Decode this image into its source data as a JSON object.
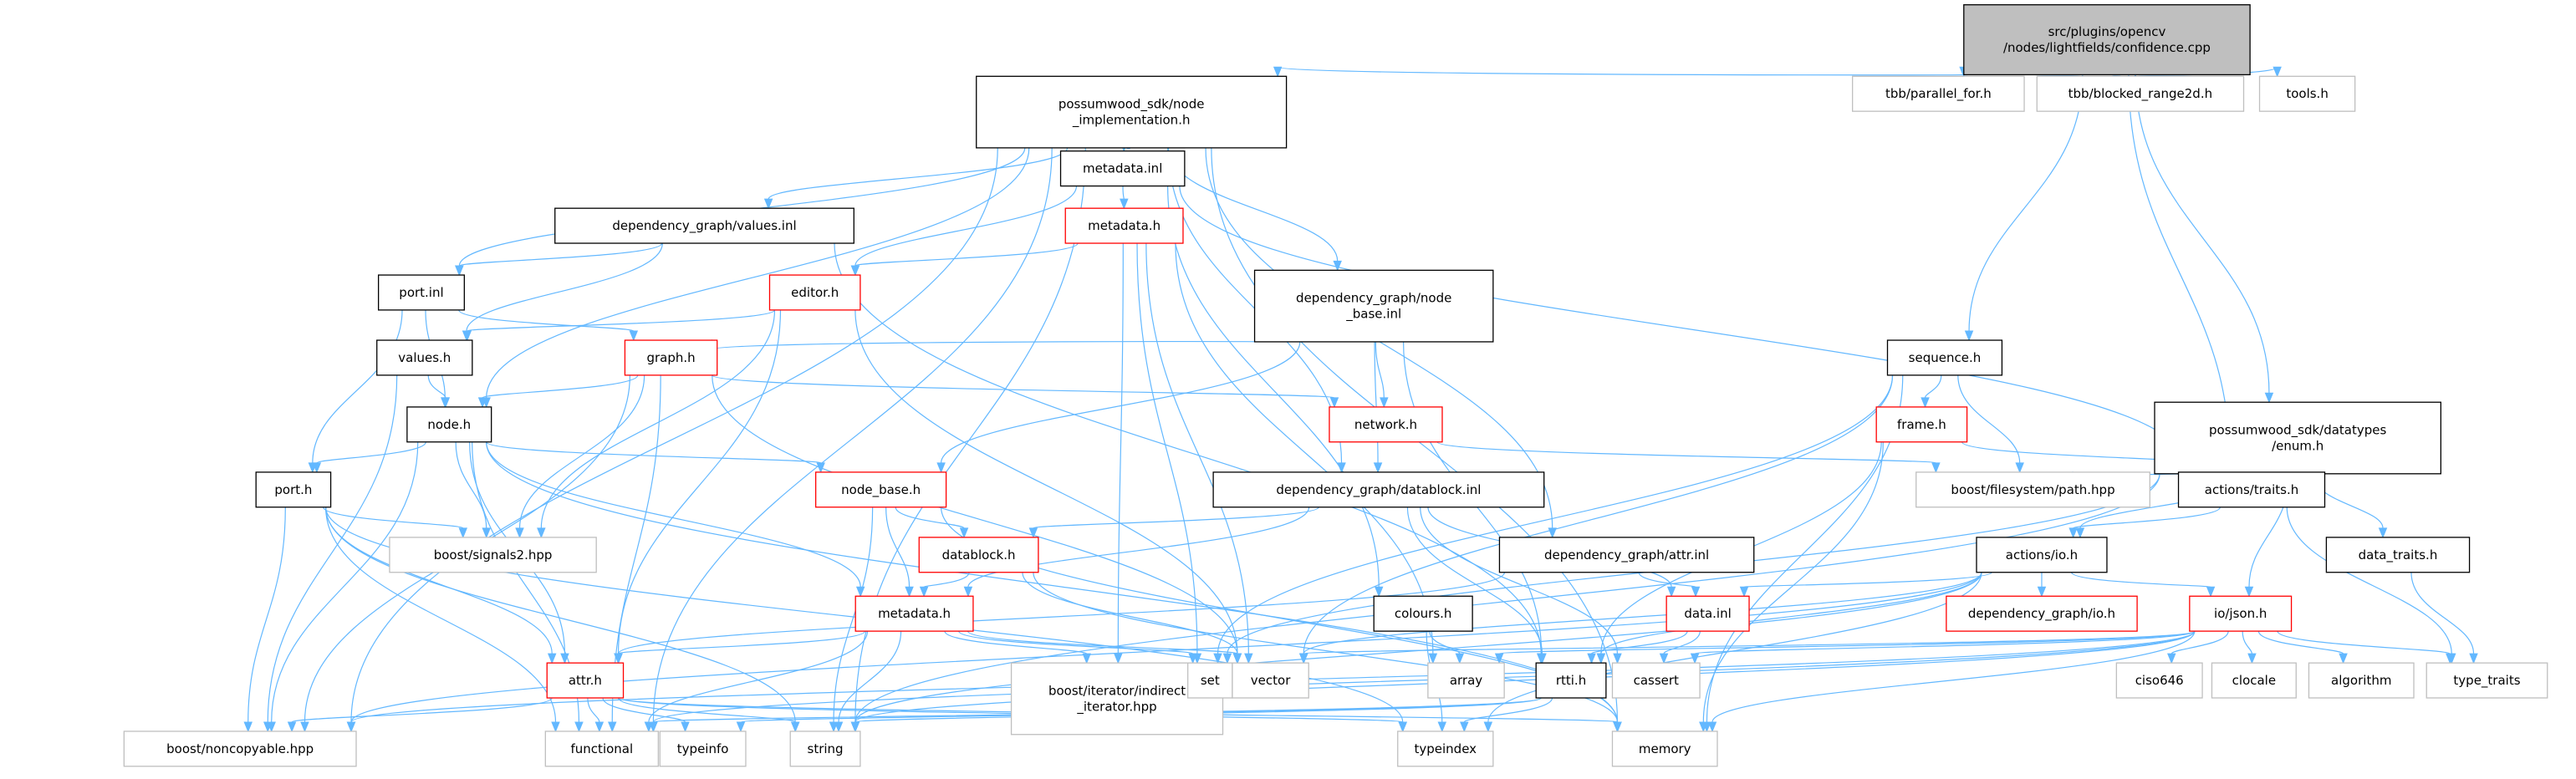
{
  "diagram": {
    "nodes": [
      {
        "id": "confidence",
        "label": [
          "src/plugins/opencv",
          "/nodes/lightfields/confidence.cpp"
        ],
        "style": "root"
      },
      {
        "id": "node_impl",
        "label": [
          "possumwood_sdk/node",
          "_implementation.h"
        ],
        "style": "normal"
      },
      {
        "id": "tbb_pf",
        "label": [
          "tbb/parallel_for.h"
        ],
        "style": "missing"
      },
      {
        "id": "tbb_br",
        "label": [
          "tbb/blocked_range2d.h"
        ],
        "style": "missing"
      },
      {
        "id": "tools",
        "label": [
          "tools.h"
        ],
        "style": "missing"
      },
      {
        "id": "metadata_inl",
        "label": [
          "metadata.inl"
        ],
        "style": "normal"
      },
      {
        "id": "metadata_h_top",
        "label": [
          "metadata.h"
        ],
        "style": "truncated"
      },
      {
        "id": "dg_values_inl",
        "label": [
          "dependency_graph/values.inl"
        ],
        "style": "normal"
      },
      {
        "id": "port_inl",
        "label": [
          "port.inl"
        ],
        "style": "normal"
      },
      {
        "id": "editor",
        "label": [
          "editor.h"
        ],
        "style": "truncated"
      },
      {
        "id": "dg_node_base_inl",
        "label": [
          "dependency_graph/node",
          "_base.inl"
        ],
        "style": "normal"
      },
      {
        "id": "values_h",
        "label": [
          "values.h"
        ],
        "style": "normal"
      },
      {
        "id": "graph_h",
        "label": [
          "graph.h"
        ],
        "style": "truncated"
      },
      {
        "id": "node_h",
        "label": [
          "node.h"
        ],
        "style": "normal"
      },
      {
        "id": "network",
        "label": [
          "network.h"
        ],
        "style": "truncated"
      },
      {
        "id": "sequence",
        "label": [
          "sequence.h"
        ],
        "style": "normal"
      },
      {
        "id": "frame",
        "label": [
          "frame.h"
        ],
        "style": "truncated"
      },
      {
        "id": "enum_h",
        "label": [
          "possumwood_sdk/datatypes",
          "/enum.h"
        ],
        "style": "normal"
      },
      {
        "id": "port_h",
        "label": [
          "port.h"
        ],
        "style": "normal"
      },
      {
        "id": "node_base_h",
        "label": [
          "node_base.h"
        ],
        "style": "truncated"
      },
      {
        "id": "signals2",
        "label": [
          "boost/signals2.hpp"
        ],
        "style": "missing"
      },
      {
        "id": "dg_datablock_inl",
        "label": [
          "dependency_graph/datablock.inl"
        ],
        "style": "normal"
      },
      {
        "id": "fs_path",
        "label": [
          "boost/filesystem/path.hpp"
        ],
        "style": "missing"
      },
      {
        "id": "actions_traits",
        "label": [
          "actions/traits.h"
        ],
        "style": "normal"
      },
      {
        "id": "datablock_h",
        "label": [
          "datablock.h"
        ],
        "style": "truncated"
      },
      {
        "id": "dg_attr_inl",
        "label": [
          "dependency_graph/attr.inl"
        ],
        "style": "normal"
      },
      {
        "id": "actions_io",
        "label": [
          "actions/io.h"
        ],
        "style": "normal"
      },
      {
        "id": "data_traits",
        "label": [
          "data_traits.h"
        ],
        "style": "normal"
      },
      {
        "id": "metadata_h_mid",
        "label": [
          "metadata.h"
        ],
        "style": "truncated"
      },
      {
        "id": "colours",
        "label": [
          "colours.h"
        ],
        "style": "normal"
      },
      {
        "id": "data_inl",
        "label": [
          "data.inl"
        ],
        "style": "truncated"
      },
      {
        "id": "dg_io",
        "label": [
          "dependency_graph/io.h"
        ],
        "style": "truncated"
      },
      {
        "id": "io_json",
        "label": [
          "io/json.h"
        ],
        "style": "truncated"
      },
      {
        "id": "attr_h",
        "label": [
          "attr.h"
        ],
        "style": "truncated"
      },
      {
        "id": "iter_indirect",
        "label": [
          "boost/iterator/indirect",
          "_iterator.hpp"
        ],
        "style": "missing"
      },
      {
        "id": "set",
        "label": [
          "set"
        ],
        "style": "missing"
      },
      {
        "id": "vector",
        "label": [
          "vector"
        ],
        "style": "missing"
      },
      {
        "id": "array",
        "label": [
          "array"
        ],
        "style": "missing"
      },
      {
        "id": "rtti",
        "label": [
          "rtti.h"
        ],
        "style": "normal"
      },
      {
        "id": "cassert",
        "label": [
          "cassert"
        ],
        "style": "missing"
      },
      {
        "id": "ciso646",
        "label": [
          "ciso646"
        ],
        "style": "missing"
      },
      {
        "id": "clocale",
        "label": [
          "clocale"
        ],
        "style": "missing"
      },
      {
        "id": "algorithm",
        "label": [
          "algorithm"
        ],
        "style": "missing"
      },
      {
        "id": "type_traits",
        "label": [
          "type_traits"
        ],
        "style": "missing"
      },
      {
        "id": "noncopyable",
        "label": [
          "boost/noncopyable.hpp"
        ],
        "style": "missing"
      },
      {
        "id": "functional",
        "label": [
          "functional"
        ],
        "style": "missing"
      },
      {
        "id": "typeinfo",
        "label": [
          "typeinfo"
        ],
        "style": "missing"
      },
      {
        "id": "string",
        "label": [
          "string"
        ],
        "style": "missing"
      },
      {
        "id": "typeindex",
        "label": [
          "typeindex"
        ],
        "style": "missing"
      },
      {
        "id": "memory",
        "label": [
          "memory"
        ],
        "style": "missing"
      }
    ],
    "edges": [
      [
        "confidence",
        "node_impl"
      ],
      [
        "confidence",
        "tbb_pf"
      ],
      [
        "confidence",
        "tbb_br"
      ],
      [
        "confidence",
        "tools"
      ],
      [
        "confidence",
        "sequence"
      ],
      [
        "confidence",
        "enum_h"
      ],
      [
        "confidence",
        "actions_traits"
      ],
      [
        "node_impl",
        "metadata_inl"
      ],
      [
        "node_impl",
        "dg_values_inl"
      ],
      [
        "node_impl",
        "port_inl"
      ],
      [
        "node_impl",
        "dg_node_base_inl"
      ],
      [
        "node_impl",
        "dg_datablock_inl"
      ],
      [
        "node_impl",
        "dg_attr_inl"
      ],
      [
        "node_impl",
        "node_h"
      ],
      [
        "node_impl",
        "noncopyable"
      ],
      [
        "node_impl",
        "functional"
      ],
      [
        "node_impl",
        "string"
      ],
      [
        "node_impl",
        "memory"
      ],
      [
        "metadata_inl",
        "metadata_h_top"
      ],
      [
        "metadata_inl",
        "editor"
      ],
      [
        "metadata_inl",
        "colours"
      ],
      [
        "metadata_inl",
        "actions_traits"
      ],
      [
        "metadata_h_top",
        "editor"
      ],
      [
        "metadata_h_top",
        "set"
      ],
      [
        "metadata_h_top",
        "vector"
      ],
      [
        "metadata_h_top",
        "iter_indirect"
      ],
      [
        "metadata_h_top",
        "array"
      ],
      [
        "dg_values_inl",
        "port_inl"
      ],
      [
        "dg_values_inl",
        "values_h"
      ],
      [
        "dg_values_inl",
        "rtti"
      ],
      [
        "port_inl",
        "node_h"
      ],
      [
        "port_inl",
        "graph_h"
      ],
      [
        "port_inl",
        "port_h"
      ],
      [
        "editor",
        "values_h"
      ],
      [
        "editor",
        "signals2"
      ],
      [
        "editor",
        "attr_h"
      ],
      [
        "editor",
        "vector"
      ],
      [
        "dg_node_base_inl",
        "graph_h"
      ],
      [
        "dg_node_base_inl",
        "network"
      ],
      [
        "dg_node_base_inl",
        "node_base_h"
      ],
      [
        "dg_node_base_inl",
        "dg_datablock_inl"
      ],
      [
        "dg_node_base_inl",
        "rtti"
      ],
      [
        "values_h",
        "node_h"
      ],
      [
        "values_h",
        "noncopyable"
      ],
      [
        "graph_h",
        "node_h"
      ],
      [
        "graph_h",
        "network"
      ],
      [
        "graph_h",
        "signals2"
      ],
      [
        "graph_h",
        "noncopyable"
      ],
      [
        "graph_h",
        "vector"
      ],
      [
        "graph_h",
        "functional"
      ],
      [
        "node_h",
        "port_h"
      ],
      [
        "node_h",
        "node_base_h"
      ],
      [
        "node_h",
        "signals2"
      ],
      [
        "node_h",
        "metadata_h_mid"
      ],
      [
        "node_h",
        "attr_h"
      ],
      [
        "node_h",
        "noncopyable"
      ],
      [
        "node_h",
        "functional"
      ],
      [
        "node_h",
        "memory"
      ],
      [
        "network",
        "fs_path"
      ],
      [
        "sequence",
        "frame"
      ],
      [
        "sequence",
        "fs_path"
      ],
      [
        "sequence",
        "iter_indirect"
      ],
      [
        "sequence",
        "vector"
      ],
      [
        "sequence",
        "memory"
      ],
      [
        "frame",
        "actions_traits"
      ],
      [
        "frame",
        "rtti"
      ],
      [
        "frame",
        "memory"
      ],
      [
        "enum_h",
        "fs_path"
      ],
      [
        "enum_h",
        "actions_traits"
      ],
      [
        "enum_h",
        "actions_io"
      ],
      [
        "enum_h",
        "data_traits"
      ],
      [
        "enum_h",
        "io_json"
      ],
      [
        "enum_h",
        "string"
      ],
      [
        "enum_h",
        "set"
      ],
      [
        "port_h",
        "signals2"
      ],
      [
        "port_h",
        "attr_h"
      ],
      [
        "port_h",
        "noncopyable"
      ],
      [
        "port_h",
        "string"
      ],
      [
        "port_h",
        "functional"
      ],
      [
        "port_h",
        "typeindex"
      ],
      [
        "node_base_h",
        "datablock_h"
      ],
      [
        "node_base_h",
        "metadata_h_mid"
      ],
      [
        "node_base_h",
        "string"
      ],
      [
        "node_base_h",
        "memory"
      ],
      [
        "dg_datablock_inl",
        "datablock_h"
      ],
      [
        "dg_datablock_inl",
        "metadata_h_mid"
      ],
      [
        "dg_datablock_inl",
        "data_inl"
      ],
      [
        "dg_datablock_inl",
        "rtti"
      ],
      [
        "dg_datablock_inl",
        "cassert"
      ],
      [
        "actions_traits",
        "actions_io"
      ],
      [
        "actions_traits",
        "type_traits"
      ],
      [
        "datablock_h",
        "metadata_h_mid"
      ],
      [
        "datablock_h",
        "vector"
      ],
      [
        "datablock_h",
        "memory"
      ],
      [
        "dg_attr_inl",
        "attr_h"
      ],
      [
        "dg_attr_inl",
        "data_inl"
      ],
      [
        "actions_io",
        "dg_io"
      ],
      [
        "actions_io",
        "io_json"
      ],
      [
        "actions_io",
        "data_inl"
      ],
      [
        "actions_io",
        "rtti"
      ],
      [
        "actions_io",
        "vector"
      ],
      [
        "actions_io",
        "noncopyable"
      ],
      [
        "actions_io",
        "string"
      ],
      [
        "actions_io",
        "typeindex"
      ],
      [
        "data_traits",
        "type_traits"
      ],
      [
        "metadata_h_mid",
        "attr_h"
      ],
      [
        "metadata_h_mid",
        "iter_indirect"
      ],
      [
        "metadata_h_mid",
        "set"
      ],
      [
        "metadata_h_mid",
        "vector"
      ],
      [
        "metadata_h_mid",
        "string"
      ],
      [
        "metadata_h_mid",
        "functional"
      ],
      [
        "colours",
        "array"
      ],
      [
        "colours",
        "typeindex"
      ],
      [
        "data_inl",
        "rtti"
      ],
      [
        "data_inl",
        "cassert"
      ],
      [
        "io_json",
        "array"
      ],
      [
        "io_json",
        "vector"
      ],
      [
        "io_json",
        "cassert"
      ],
      [
        "io_json",
        "ciso646"
      ],
      [
        "io_json",
        "clocale"
      ],
      [
        "io_json",
        "algorithm"
      ],
      [
        "io_json",
        "type_traits"
      ],
      [
        "io_json",
        "memory"
      ],
      [
        "io_json",
        "functional"
      ],
      [
        "io_json",
        "string"
      ],
      [
        "io_json",
        "noncopyable"
      ],
      [
        "attr_h",
        "noncopyable"
      ],
      [
        "attr_h",
        "functional"
      ],
      [
        "attr_h",
        "typeinfo"
      ],
      [
        "attr_h",
        "string"
      ],
      [
        "attr_h",
        "typeindex"
      ],
      [
        "attr_h",
        "memory"
      ],
      [
        "rtti",
        "string"
      ],
      [
        "rtti",
        "typeinfo"
      ],
      [
        "rtti",
        "typeindex"
      ],
      [
        "rtti",
        "functional"
      ]
    ]
  }
}
